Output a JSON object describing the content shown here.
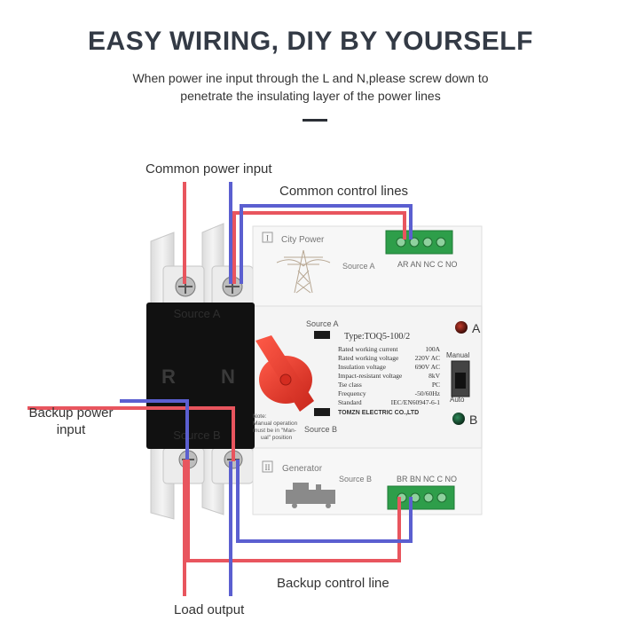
{
  "header": {
    "title": "EASY WIRING, DIY BY YOURSELF",
    "subtitle_line1": "When power ine input through the L and N,please screw down to",
    "subtitle_line2": "penetrate the insulating layer of the power lines"
  },
  "callouts": {
    "common_power_input": "Common power input",
    "common_control_lines": "Common control lines",
    "backup_power_input_line1": "Backup power",
    "backup_power_input_line2": "input",
    "backup_control_line": "Backup control line",
    "load_output": "Load output"
  },
  "device": {
    "source_a_block": "Source A",
    "source_b_block": "Source B",
    "terminal_r": "R",
    "terminal_n": "N",
    "roman_one": "I",
    "city_power": "City Power",
    "source_a_top": "Source A",
    "terminals_top": "AR AN NC C NO",
    "roman_two": "II",
    "generator": "Generator",
    "source_b_bottom": "Source B",
    "terminals_bottom": "BR BN NC C NO",
    "panel_source_a": "Source A",
    "panel_source_b": "Source B",
    "type_label": "Type:TOQ5-100/2",
    "manual_label": "Manual",
    "auto_label": "Auto",
    "indicator_a": "A",
    "indicator_b": "B",
    "manufacturer": "TOMZN ELECTRIC CO.,LTD",
    "note_line1": "Note:",
    "note_line2": "Manual operation",
    "note_line3": "must be in \"Man-",
    "note_line4": "ual\" position",
    "specs": [
      {
        "label": "Rated working current",
        "value": "100A"
      },
      {
        "label": "Rated working voltage",
        "value": "220V AC"
      },
      {
        "label": "Insulation voltage",
        "value": "690V AC"
      },
      {
        "label": "Impact-resistant voltage",
        "value": "8kV"
      },
      {
        "label": "Tse class",
        "value": "PC"
      },
      {
        "label": "Frequency",
        "value": "-50/60Hz"
      },
      {
        "label": "Standard",
        "value": "IEC/EN60947-6-1"
      }
    ]
  },
  "colors": {
    "red_wire": "#e8555e",
    "blue_wire": "#5b5fd0",
    "terminal_green": "#2e9e4a",
    "handle_red": "#e53a2c"
  }
}
